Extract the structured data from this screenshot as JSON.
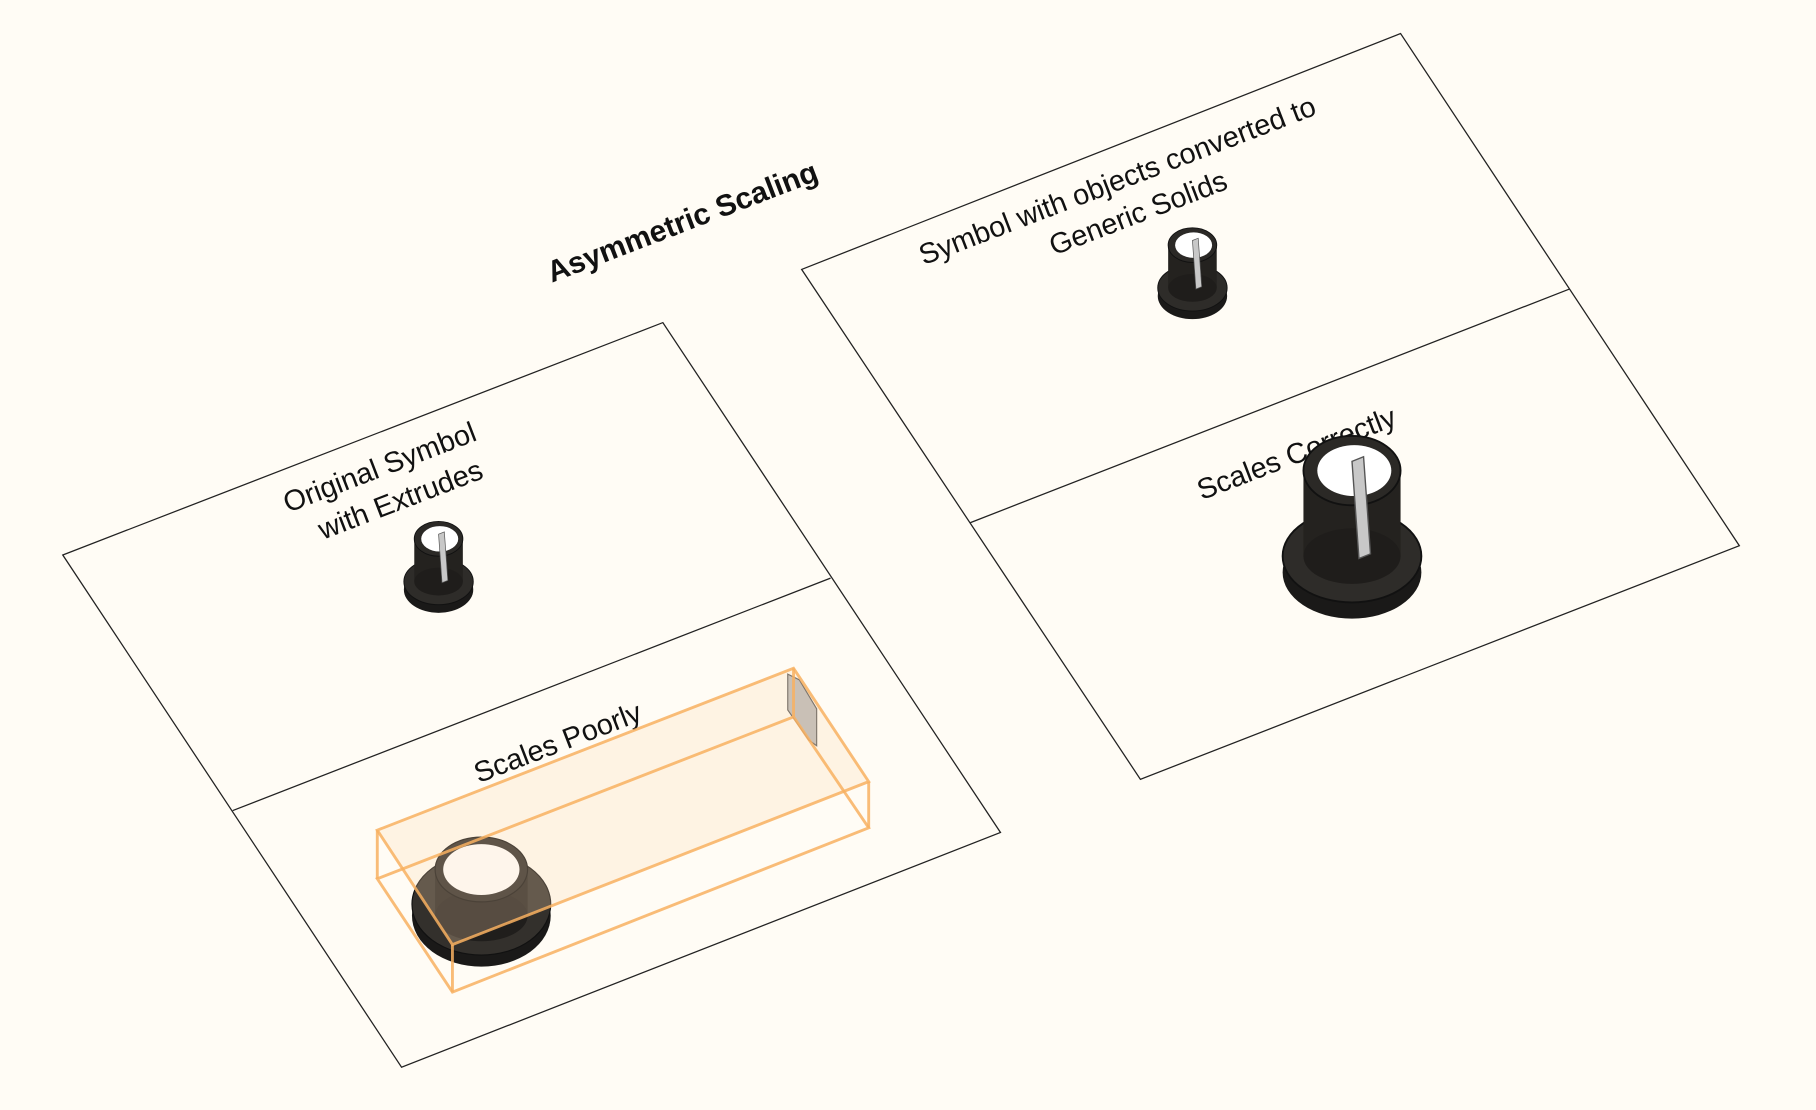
{
  "title": "Asymmetric Scaling",
  "left_panel": {
    "original_label_line1": "Original Symbol",
    "original_label_line2": "with Extrudes",
    "scaled_label": "Scales Poorly"
  },
  "right_panel": {
    "original_label_line1": "Symbol with objects converted to",
    "original_label_line2": "Generic Solids",
    "scaled_label": "Scales Correctly"
  },
  "colors": {
    "background": "#fffcf5",
    "selection_box": "#f8b060",
    "knob": "#1f1e1c"
  }
}
